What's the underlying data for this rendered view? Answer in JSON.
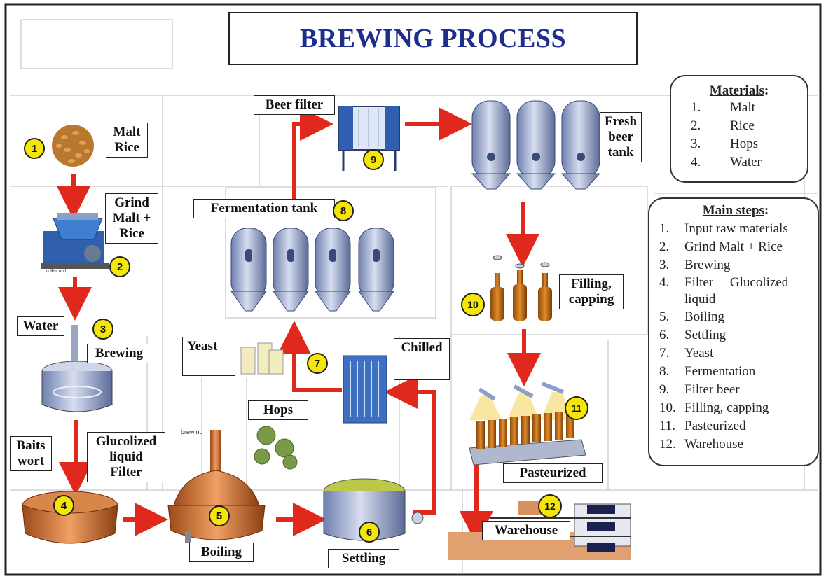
{
  "title": "BREWING PROCESS",
  "labels": {
    "malt_rice": "Malt\nRice",
    "grind": "Grind\nMalt +\nRice",
    "water": "Water",
    "brewing": "Brewing",
    "baits_wort": "Baits\nwort",
    "glucolized": "Glucolized\nliquid\nFilter",
    "boiling": "Boiling",
    "yeast": "Yeast",
    "hops": "Hops",
    "chilled": "Chilled",
    "settling": "Settling",
    "fermentation_tank": "Fermentation tank",
    "beer_filter": "Beer filter",
    "fresh_beer_tank": "Fresh\nbeer\ntank",
    "filling_capping": "Filling,\ncapping",
    "pasteurized": "Pasteurized",
    "warehouse": "Warehouse",
    "brewing_small": "brewing",
    "roller_mill_small": "roller mill"
  },
  "badges": [
    "1",
    "2",
    "3",
    "4",
    "5",
    "6",
    "7",
    "8",
    "9",
    "10",
    "11",
    "12"
  ],
  "materials": {
    "heading": "Materials",
    "items": [
      {
        "n": "1.",
        "t": "Malt"
      },
      {
        "n": "2.",
        "t": "Rice"
      },
      {
        "n": "3.",
        "t": "Hops"
      },
      {
        "n": "4.",
        "t": "Water"
      }
    ]
  },
  "main_steps": {
    "heading": "Main steps",
    "items": [
      {
        "n": "1.",
        "t": "Input raw materials"
      },
      {
        "n": "2.",
        "t": "Grind Malt + Rice"
      },
      {
        "n": "3.",
        "t": "Brewing"
      },
      {
        "n": "4.",
        "t": "Filter     Glucolized liquid"
      },
      {
        "n": "5.",
        "t": "Boiling"
      },
      {
        "n": "6.",
        "t": "Settling"
      },
      {
        "n": "7.",
        "t": "Yeast"
      },
      {
        "n": "8.",
        "t": "Fermentation"
      },
      {
        "n": "9.",
        "t": "Filter beer"
      },
      {
        "n": "10.",
        "t": "Filling, capping"
      },
      {
        "n": "11.",
        "t": "Pasteurized"
      },
      {
        "n": "12.",
        "t": "Warehouse"
      }
    ]
  },
  "colors": {
    "arrow": "#e0281c",
    "title": "#1f2e8c",
    "copper": "#c8682a",
    "steel": "#8fa0c8",
    "badge": "#f5e60a"
  }
}
